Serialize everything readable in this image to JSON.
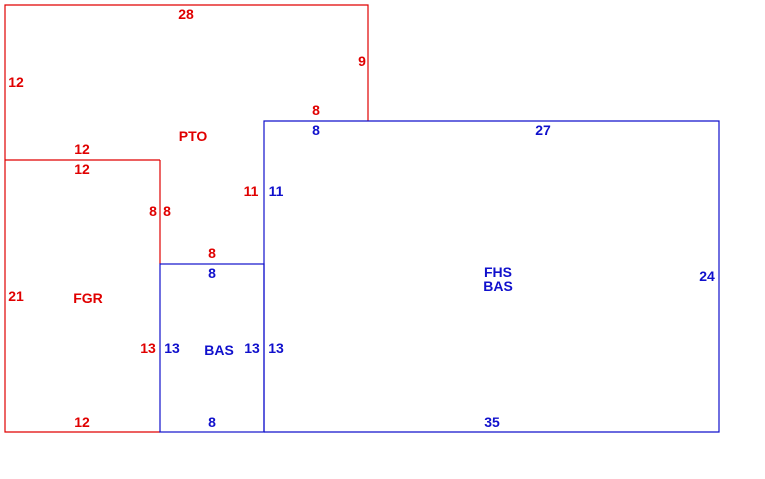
{
  "colors": {
    "red": "#e00000",
    "blue": "#1010cc",
    "background": "#ffffff"
  },
  "areas": [
    {
      "code": "PTO",
      "color": "red"
    },
    {
      "code": "FGR",
      "color": "red"
    },
    {
      "code": "BAS",
      "color": "blue"
    },
    {
      "code": "FHS",
      "subcode": "BAS",
      "color": "blue"
    }
  ],
  "dimensions": {
    "pto_top": "28",
    "pto_right": "9",
    "pto_left": "12",
    "pto_bottom_right": "8",
    "pto_bottom_left": "12",
    "pto_inner_vertical": "11",
    "pto_fgr_shared": "8",
    "pto_bas_shared": "8",
    "fgr_top": "12",
    "fgr_left": "21",
    "fgr_bottom": "12",
    "fgr_right_upper": "8",
    "fgr_right_lower": "13",
    "bas_top": "8",
    "bas_left": "13",
    "bas_right": "13",
    "bas_bottom": "8",
    "fhs_top_left": "8",
    "fhs_top": "27",
    "fhs_left_upper": "11",
    "fhs_left_lower": "13",
    "fhs_right": "24",
    "fhs_bottom": "35"
  }
}
